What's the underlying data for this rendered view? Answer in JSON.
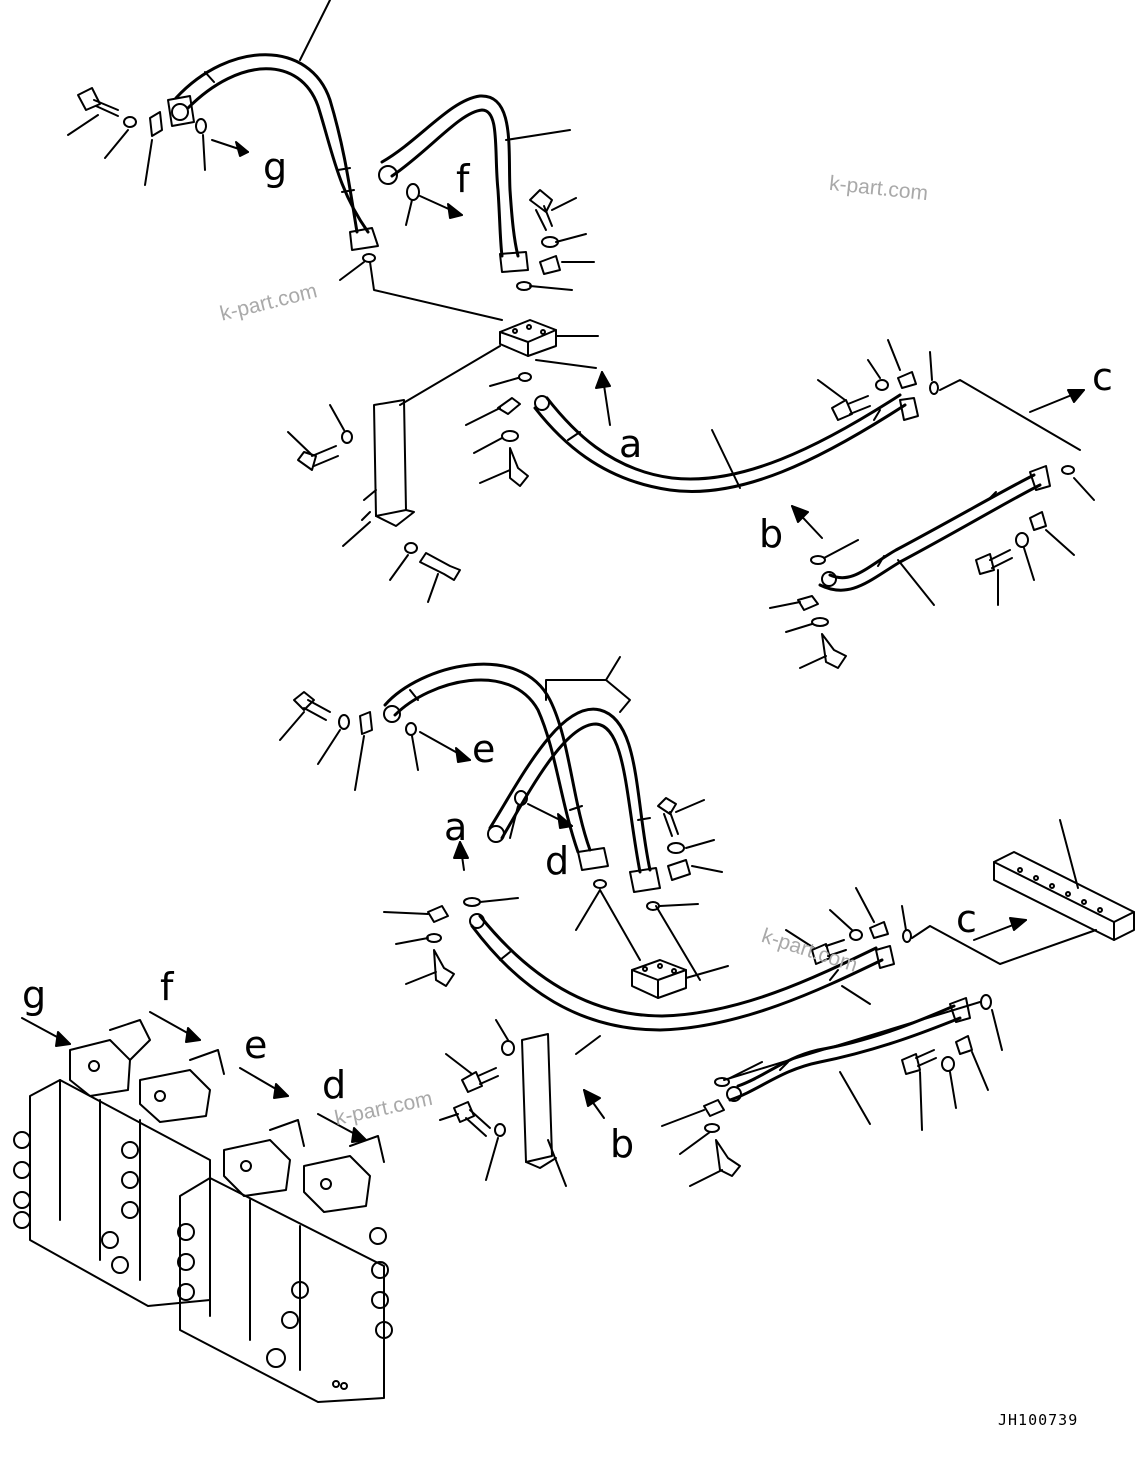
{
  "diagram": {
    "callout_letters": {
      "g_top": "g",
      "f_top": "f",
      "a_top": "a",
      "b_top": "b",
      "c_top": "c",
      "e_mid": "e",
      "a_mid": "a",
      "d_mid": "d",
      "c_mid": "c",
      "b_mid": "b",
      "g_valve": "g",
      "f_valve": "f",
      "e_valve": "e",
      "d_valve": "d"
    },
    "watermark_text": "k-part.com",
    "drawing_code": "JH100739"
  }
}
